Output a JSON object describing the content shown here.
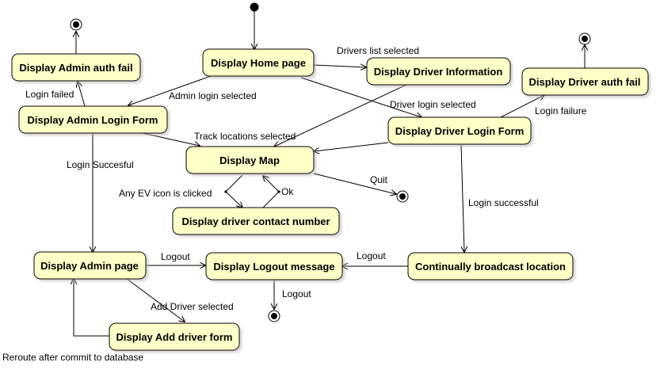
{
  "states": {
    "home": "Display Home page",
    "admin_auth_fail": "Display Admin auth fail",
    "admin_login_form": "Display Admin Login Form",
    "driver_info": "Display Driver Information",
    "driver_auth_fail": "Display Driver auth fail",
    "driver_login_form": "Display Driver Login Form",
    "map": "Display Map",
    "driver_contact": "Display driver contact number",
    "admin_page": "Display Admin page",
    "logout_message": "Display Logout message",
    "broadcast": "Continually broadcast location",
    "add_driver_form": "Display Add driver form"
  },
  "transitions": {
    "drivers_list_selected": "Drivers list selected",
    "admin_login_selected": "Admin login selected",
    "login_failed": "Login failed",
    "driver_login_selected": "Driver login selected",
    "login_failure": "Login failure",
    "track_locations_selected": "Track locations selected",
    "login_succesful": "Login Succesful",
    "quit": "Quit",
    "any_ev_icon_clicked": "Any EV icon is clicked",
    "ok": "Ok",
    "login_successful": "Login successful",
    "logout_admin": "Logout",
    "logout_driver": "Logout",
    "logout_final": "Logout",
    "add_driver_selected": "Add Driver selected",
    "reroute": "Reroute after commit to database"
  },
  "colors": {
    "state_fill": "#ffffc8",
    "stroke": "#000000"
  }
}
